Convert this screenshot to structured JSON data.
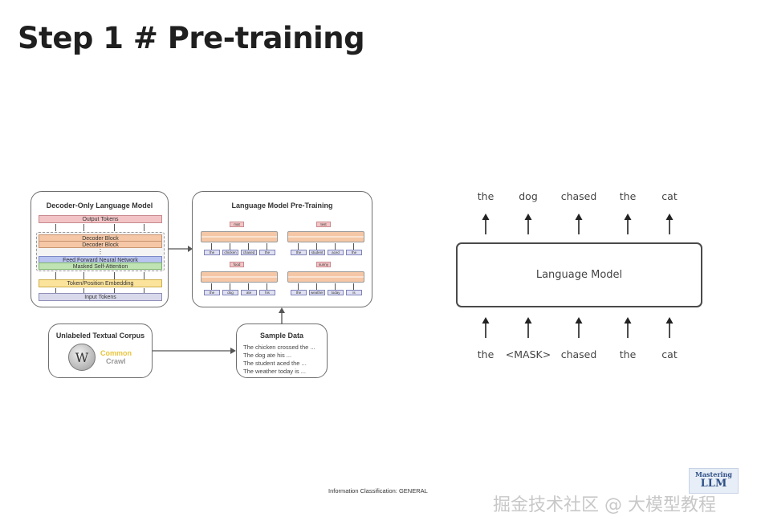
{
  "slide": {
    "title": "Step 1 # Pre-training",
    "footer": "Information Classification: GENERAL",
    "watermark": "掘金技术社区 @ 大模型教程",
    "badge_line1": "Mastering",
    "badge_line2": "LLM"
  },
  "decoder_box": {
    "title": "Decoder-Only Language Model",
    "output_tokens": "Output Tokens",
    "decoder_block_1": "Decoder Block",
    "decoder_block_2": "Decoder Block",
    "dots": "⋮",
    "ffn": "Feed Forward Neural Network",
    "attention": "Masked Self-Attention",
    "embedding": "Token/Position Embedding",
    "input_tokens": "Input Tokens"
  },
  "pretraining_box": {
    "title": "Language Model Pre-Training",
    "panels": [
      {
        "out": "mat",
        "tokens": [
          "the",
          "chicken",
          "chased",
          "the"
        ]
      },
      {
        "out": "test",
        "tokens": [
          "the",
          "student",
          "aced",
          "the"
        ]
      },
      {
        "out": "food",
        "tokens": [
          "the",
          "dog",
          "ate",
          "his"
        ]
      },
      {
        "out": "sunny",
        "tokens": [
          "the",
          "weather",
          "today",
          "is"
        ]
      }
    ]
  },
  "corpus_box": {
    "title": "Unlabeled Textual Corpus",
    "logo_line1": "Common",
    "logo_line2": "Crawl",
    "wiki_glyph": "W"
  },
  "sample_box": {
    "title": "Sample Data",
    "lines": [
      "The chicken crossed the ...",
      "The dog ate his ...",
      "The student aced the ...",
      "The weather today is ..."
    ]
  },
  "language_model": {
    "label": "Language Model",
    "outputs": [
      "the",
      "dog",
      "chased",
      "the",
      "cat"
    ],
    "inputs": [
      "the",
      "<MASK>",
      "chased",
      "the",
      "cat"
    ]
  },
  "colors": {
    "output_bar": "#f2c4c6",
    "decoder_bar": "#f5c7a6",
    "ffn_bar": "#b9c4f0",
    "attention_bar": "#bfe3b3",
    "embedding_bar": "#fbe39c",
    "input_bar": "#d9d9ec",
    "common_crawl": "#e8c43a"
  }
}
